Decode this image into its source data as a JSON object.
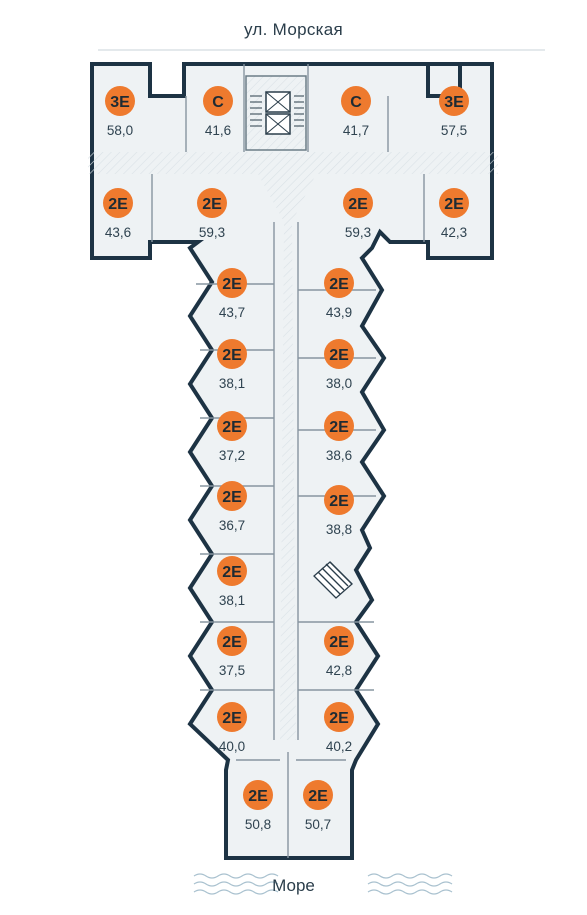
{
  "street_label": "ул. Морская",
  "sea_label": "Море",
  "colors": {
    "wall": "#1d3344",
    "fill": "#eef2f4",
    "badge": "#ee7a2e",
    "text": "#2f4350",
    "waves": "#a9c1cf"
  },
  "units": [
    {
      "type": "3E",
      "area": "58,0"
    },
    {
      "type": "С",
      "area": "41,6"
    },
    {
      "type": "С",
      "area": "41,7"
    },
    {
      "type": "3E",
      "area": "57,5"
    },
    {
      "type": "2E",
      "area": "43,6"
    },
    {
      "type": "2E",
      "area": "59,3"
    },
    {
      "type": "2E",
      "area": "59,3"
    },
    {
      "type": "2E",
      "area": "42,3"
    },
    {
      "type": "2E",
      "area": "43,7"
    },
    {
      "type": "2E",
      "area": "43,9"
    },
    {
      "type": "2E",
      "area": "38,1"
    },
    {
      "type": "2E",
      "area": "38,0"
    },
    {
      "type": "2E",
      "area": "37,2"
    },
    {
      "type": "2E",
      "area": "38,6"
    },
    {
      "type": "2E",
      "area": "36,7"
    },
    {
      "type": "2E",
      "area": "38,8"
    },
    {
      "type": "2E",
      "area": "38,1"
    },
    {
      "type": "2E",
      "area": "42,8"
    },
    {
      "type": "2E",
      "area": "37,5"
    },
    {
      "type": "2E",
      "area": "40,2"
    },
    {
      "type": "2E",
      "area": "40,0"
    },
    {
      "type": "2E",
      "area": "50,8"
    },
    {
      "type": "2E",
      "area": "50,7"
    }
  ]
}
